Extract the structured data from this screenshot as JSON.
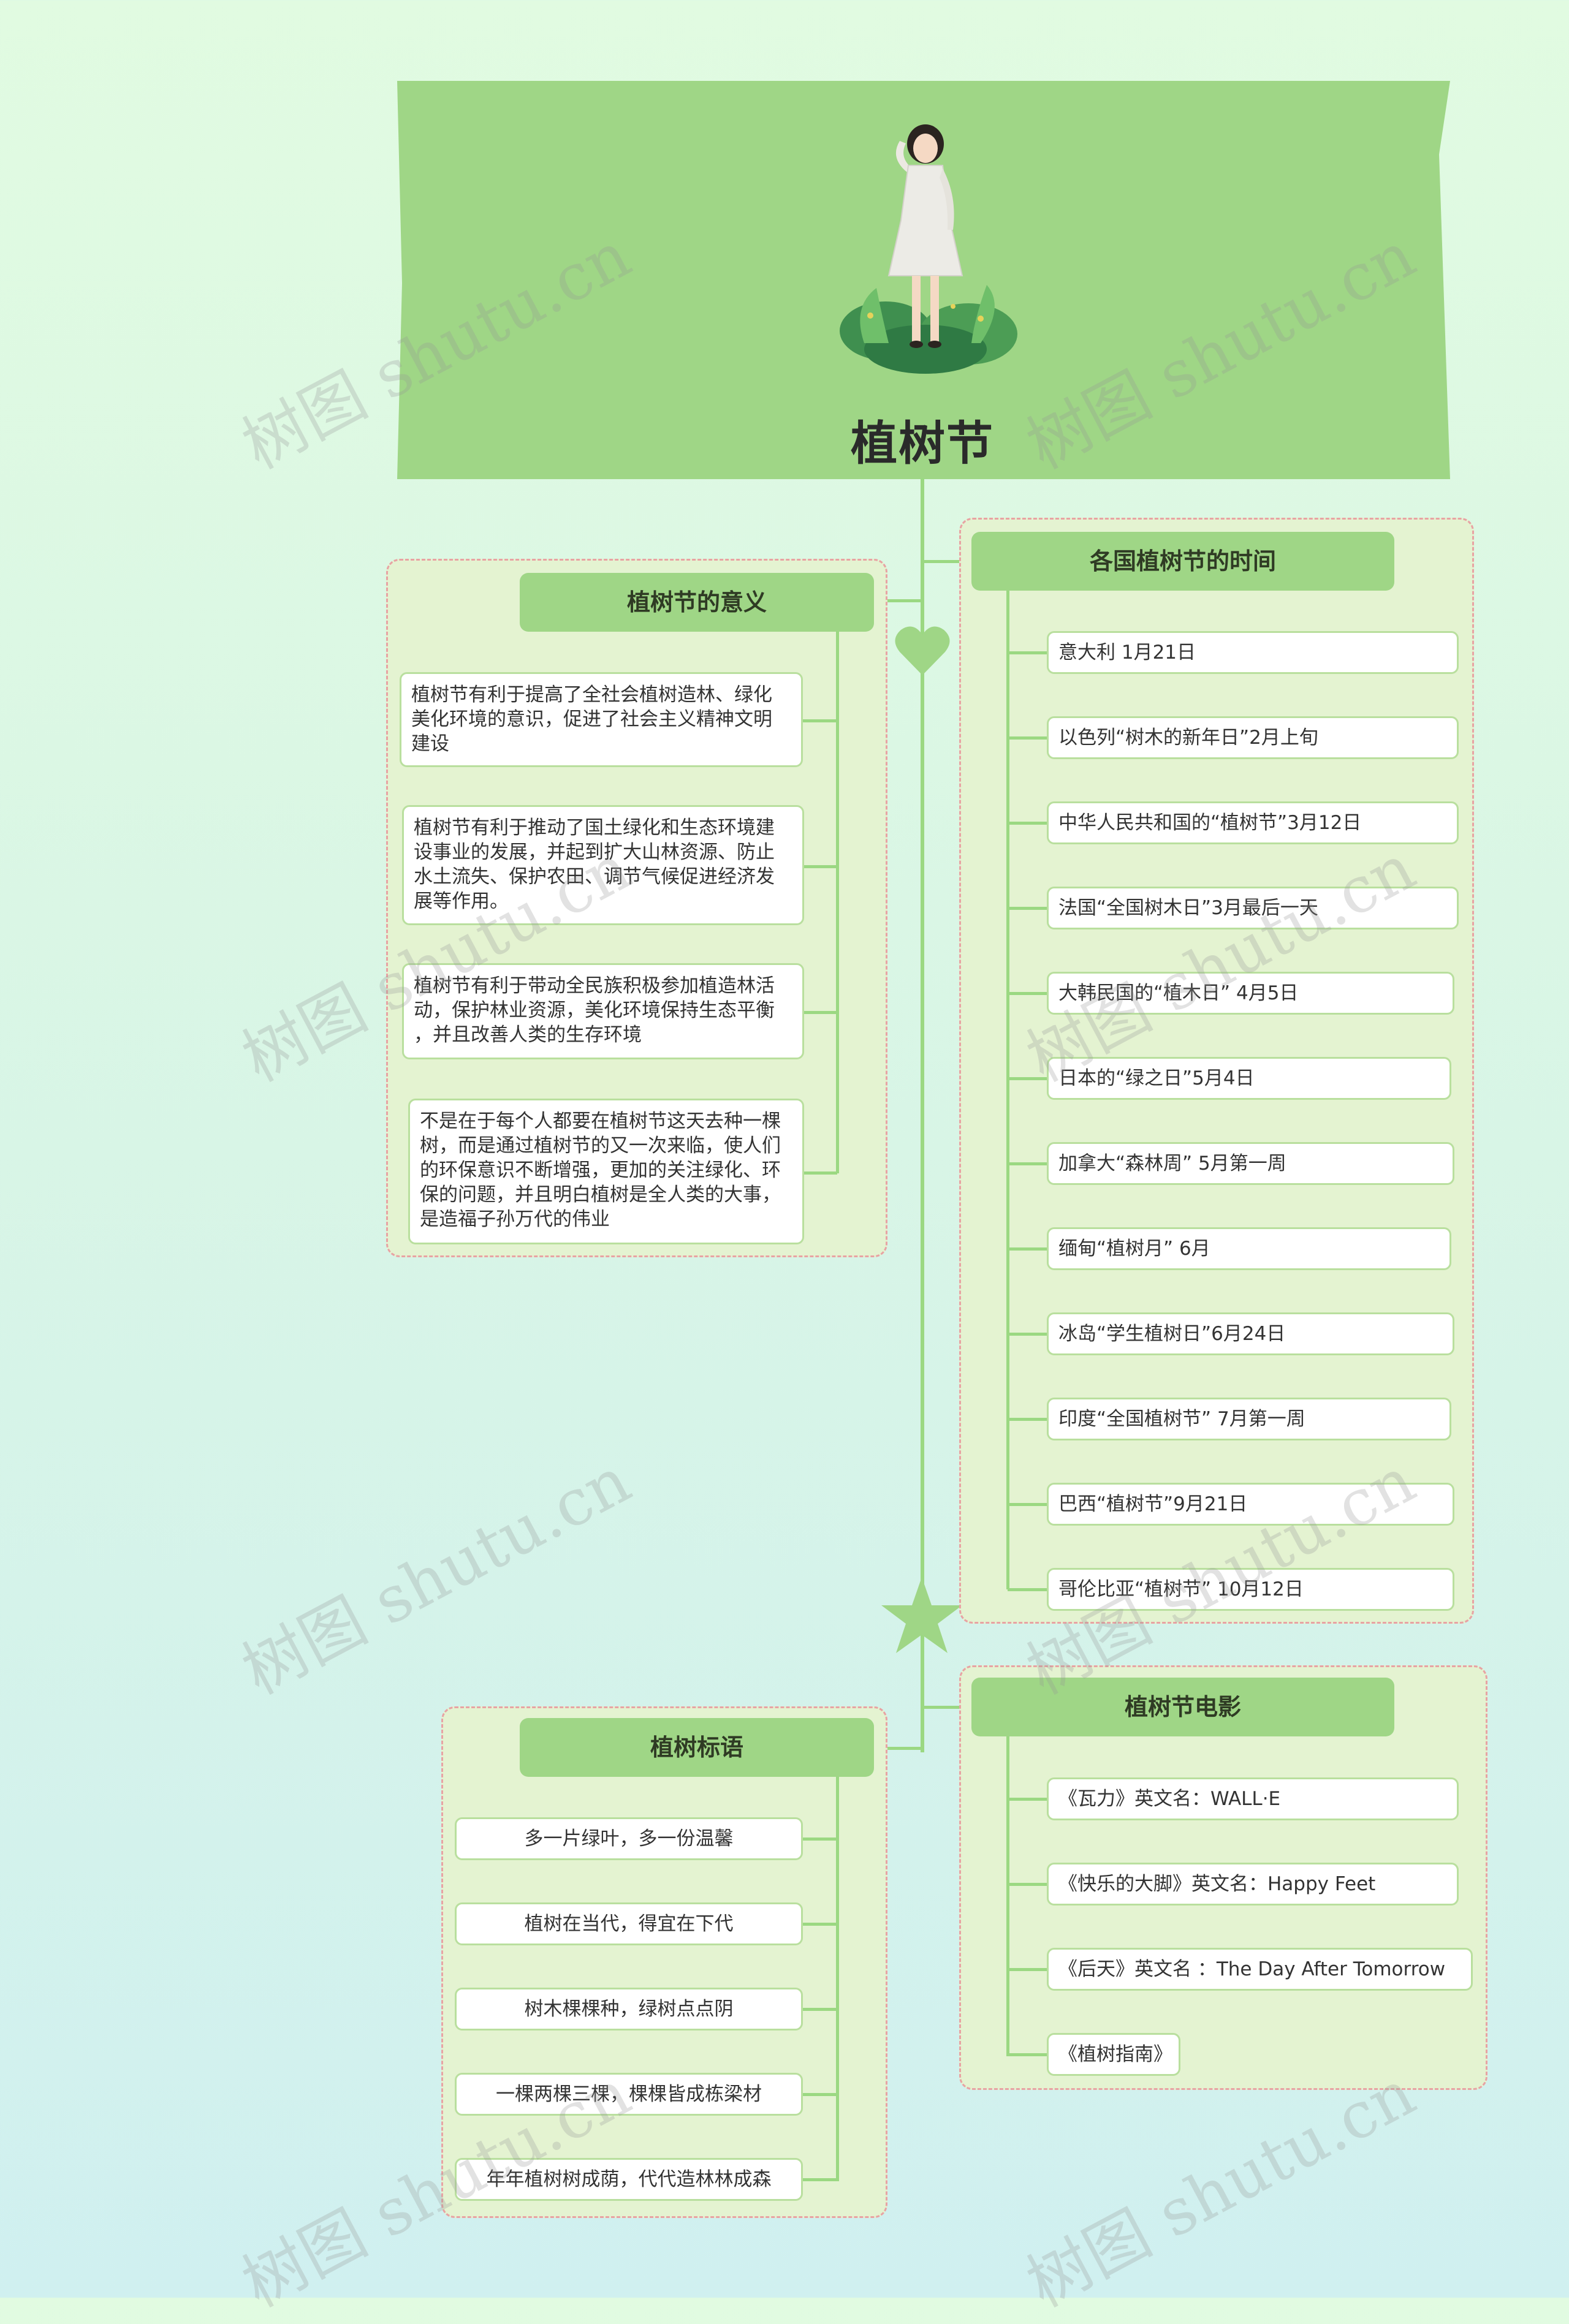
{
  "title": "植树节",
  "colors": {
    "banner": "#9fd686",
    "connector": "#9bd882",
    "panel_bg": "#e4f3d1",
    "panel_border": "#e8a3a3",
    "topic_bg": "#9fd686",
    "card_border": "#b9df9e"
  },
  "icons": [
    "girl-illustration",
    "heart-icon",
    "star-icon"
  ],
  "significance": {
    "label": "植树节的意义",
    "items": [
      [
        "植树节有利于提高了全社会植树造林、绿化",
        "美化环境的意识，促进了社会主义精神文明",
        "建设"
      ],
      [
        "植树节有利于推动了国土绿化和生态环境建",
        "设事业的发展，并起到扩大山林资源、防止",
        "水土流失、保护农田、调节气候促进经济发",
        "展等作用。"
      ],
      [
        "植树节有利于带动全民族积极参加植造林活",
        "动，保护林业资源，美化环境保持生态平衡",
        "，并且改善人类的生存环境"
      ],
      [
        "不是在于每个人都要在植树节这天去种一棵",
        "树，而是通过植树节的又一次来临，使人们",
        "的环保意识不断增强，更加的关注绿化、环",
        "保的问题，并且明白植树是全人类的大事，",
        "是造福子孙万代的伟业"
      ]
    ]
  },
  "dates": {
    "label": "各国植树节的时间",
    "items": [
      "意大利  1月21日",
      "以色列“树木的新年日”2月上旬",
      "中华人民共和国的“植树节”3月12日",
      "法国“全国树木日”3月最后一天",
      "大韩民国的“植木日” 4月5日",
      "日本的“绿之日”5月4日",
      "加拿大“森林周” 5月第一周",
      "缅甸“植树月” 6月",
      "冰岛“学生植树日”6月24日",
      "印度“全国植树节” 7月第一周",
      "巴西“植树节”9月21日",
      "哥伦比亚“植树节”  10月12日"
    ]
  },
  "slogans": {
    "label": "植树标语",
    "items": [
      "多一片绿叶，多一份温馨",
      "植树在当代，得宜在下代",
      "树木棵棵种，绿树点点阴",
      "一棵两棵三棵，棵棵皆成栋梁材",
      "年年植树树成荫，代代造林林成森"
    ]
  },
  "movies": {
    "label": "植树节电影",
    "items": [
      "《瓦力》英文名：WALL·E",
      "《快乐的大脚》英文名：Happy  Feet",
      "《后天》英文名 ：The  Day  After  Tomorrow",
      "《植树指南》"
    ]
  },
  "watermark": "树图 shutu.cn"
}
